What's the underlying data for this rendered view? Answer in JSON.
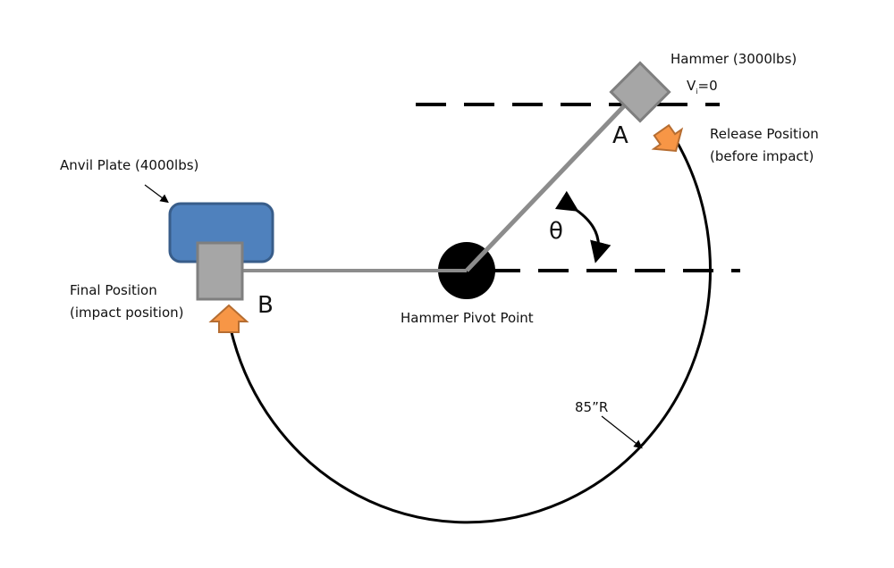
{
  "labels": {
    "hammer": "Hammer (3000lbs)",
    "velocity_main": "V",
    "velocity_sub": "i",
    "velocity_rest": "=0",
    "point_a": "A",
    "release_line1": "Release Position",
    "release_line2": "(before impact)",
    "anvil": "Anvil Plate (4000lbs)",
    "final_line1": "Final Position",
    "final_line2": "(impact position)",
    "point_b": "B",
    "pivot": "Hammer Pivot Point",
    "theta": "θ",
    "radius": "85”R"
  },
  "colors": {
    "anvil_fill": "#4f81bd",
    "anvil_stroke": "#385d8a",
    "hammer_fill": "#a6a6a6",
    "hammer_stroke": "#7f7f7f",
    "arrow_fill": "#f79646",
    "arrow_stroke": "#b66d31"
  }
}
